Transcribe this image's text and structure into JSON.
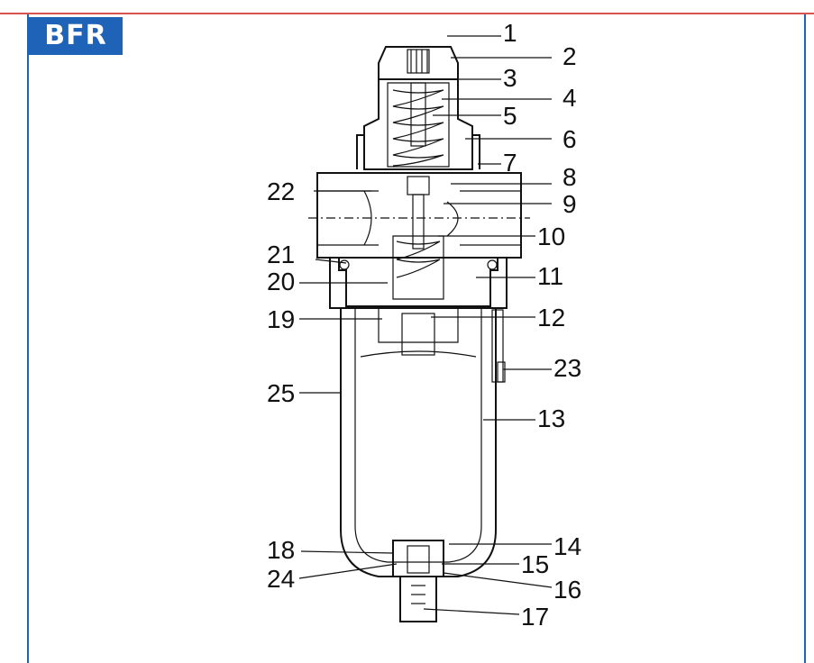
{
  "badge": {
    "text": "BFR"
  },
  "callouts": [
    {
      "id": "1",
      "text": "1"
    },
    {
      "id": "2",
      "text": "2"
    },
    {
      "id": "3",
      "text": "3"
    },
    {
      "id": "4",
      "text": "4"
    },
    {
      "id": "5",
      "text": "5"
    },
    {
      "id": "6",
      "text": "6"
    },
    {
      "id": "7",
      "text": "7"
    },
    {
      "id": "8",
      "text": "8"
    },
    {
      "id": "9",
      "text": "9"
    },
    {
      "id": "10",
      "text": "10"
    },
    {
      "id": "11",
      "text": "11"
    },
    {
      "id": "12",
      "text": "12"
    },
    {
      "id": "13",
      "text": "13"
    },
    {
      "id": "14",
      "text": "14"
    },
    {
      "id": "15",
      "text": "15"
    },
    {
      "id": "16",
      "text": "16"
    },
    {
      "id": "17",
      "text": "17"
    },
    {
      "id": "18",
      "text": "18"
    },
    {
      "id": "19",
      "text": "19"
    },
    {
      "id": "20",
      "text": "20"
    },
    {
      "id": "21",
      "text": "21"
    },
    {
      "id": "22",
      "text": "22"
    },
    {
      "id": "23",
      "text": "23"
    },
    {
      "id": "24",
      "text": "24"
    },
    {
      "id": "25",
      "text": "25"
    }
  ],
  "colors": {
    "frame": "#1f63b8",
    "top_line": "#d9534f",
    "badge_bg": "#1f63b8",
    "line": "#111111"
  }
}
